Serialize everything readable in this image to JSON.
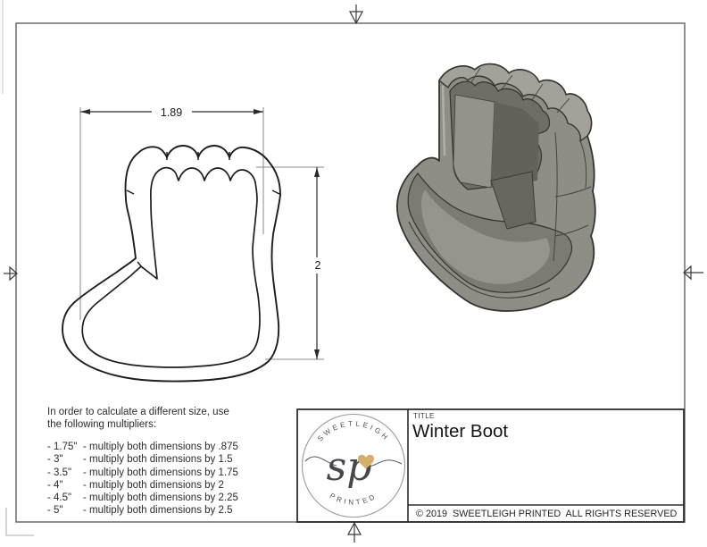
{
  "sheet": {
    "frame_color": "#6b6b6b",
    "line_color": "#1d1d1d"
  },
  "drawing_2d": {
    "width_dim": "1.89",
    "height_dim": "2"
  },
  "instructions": {
    "intro": [
      "In order to calculate a different size, use",
      "the following multipliers:"
    ],
    "items": [
      {
        "size": "- 1.75\"",
        "rule": "- multiply both dimensions by .875"
      },
      {
        "size": "- 3\"",
        "rule": "- multiply both dimensions by 1.5"
      },
      {
        "size": "- 3.5\"",
        "rule": "- multiply both dimensions by 1.75"
      },
      {
        "size": "- 4\"",
        "rule": "- multiply both dimensions by 2"
      },
      {
        "size": "- 4.5\"",
        "rule": "- multiply both dimensions by 2.25"
      },
      {
        "size": "- 5\"",
        "rule": "- multiply both dimensions by 2.5"
      }
    ]
  },
  "title_block": {
    "label": "TITLE",
    "title": "Winter Boot",
    "copyright": "© 2019  SWEETLEIGH PRINTED  ALL RIGHTS RESERVED",
    "logo": {
      "arc_top": "SWEETLEIGH",
      "arc_bottom": "PRINTED",
      "monogram": "sp",
      "accent_color": "#d4af6a"
    }
  }
}
